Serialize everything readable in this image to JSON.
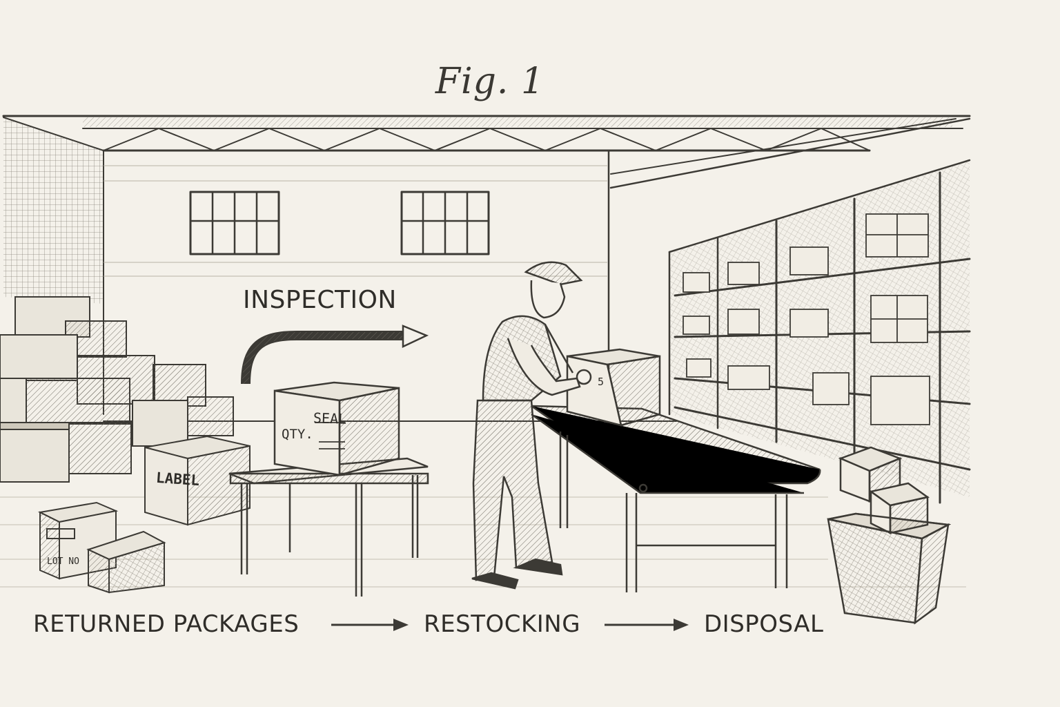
{
  "figure": {
    "title": "Fig. 1"
  },
  "labels": {
    "inspection": "INSPECTION",
    "returned_packages": "RETURNED PACKAGES",
    "restocking": "RESTOCKING",
    "disposal": "DISPOSAL"
  },
  "box_text": {
    "seal": "SEAL",
    "qty": "QTY.",
    "label": "LABEL",
    "lot_no": "LOT NO",
    "conveyor_box_mark": "5"
  },
  "colors": {
    "paper": "#f4f1ea",
    "ink": "#3c3a35"
  }
}
